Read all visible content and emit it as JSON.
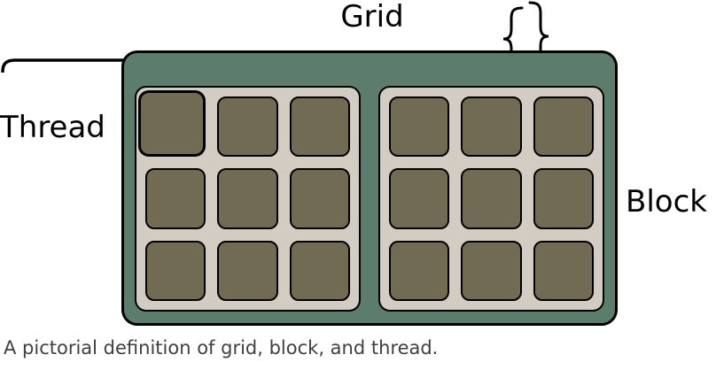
{
  "labels": {
    "grid": "Grid",
    "thread": "Thread",
    "block": "Block"
  },
  "caption": "A pictorial definition of grid, block, and thread.",
  "figure": {
    "num_blocks": 2,
    "threads_per_block_rows": 3,
    "threads_per_block_cols": 3,
    "highlighted_thread": {
      "block": 0,
      "row": 0,
      "col": 0
    }
  },
  "colors": {
    "grid_fill": "#5d7d6c",
    "block_fill": "#d3ccc3",
    "thread_fill": "#716b53",
    "outline": "#000000",
    "caption_text": "#3f3f46"
  }
}
